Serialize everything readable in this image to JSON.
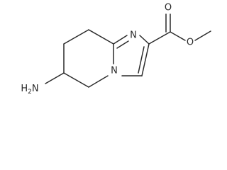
{
  "molecule": {
    "atoms": {
      "n_imidazole": "N",
      "n_bridge": "N",
      "o_carbonyl": "O",
      "o_ester": "O",
      "amino": "H2N"
    },
    "bond_color": "#2a2a2a",
    "background": "#ffffff"
  }
}
